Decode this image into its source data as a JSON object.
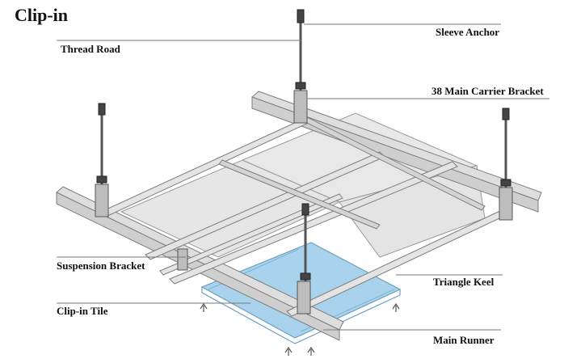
{
  "title": "Clip-in",
  "labels": {
    "thread_road": "Thread Road",
    "sleeve_anchor": "Sleeve Anchor",
    "main_carrier_bracket": "38 Main Carrier Bracket",
    "suspension_bracket": "Suspension Bracket",
    "triangle_keel": "Triangle Keel",
    "clip_in_tile": "Clip-in Tile",
    "main_runner": "Main Runner"
  },
  "colors": {
    "metal": "#dcdcdc",
    "metal_dark": "#8c8c8c",
    "panel": "#e6e6e6",
    "tile": "#a9d3ec",
    "tile_edge": "#6c9fbd",
    "rod": "#555555",
    "leader": "#777777"
  }
}
